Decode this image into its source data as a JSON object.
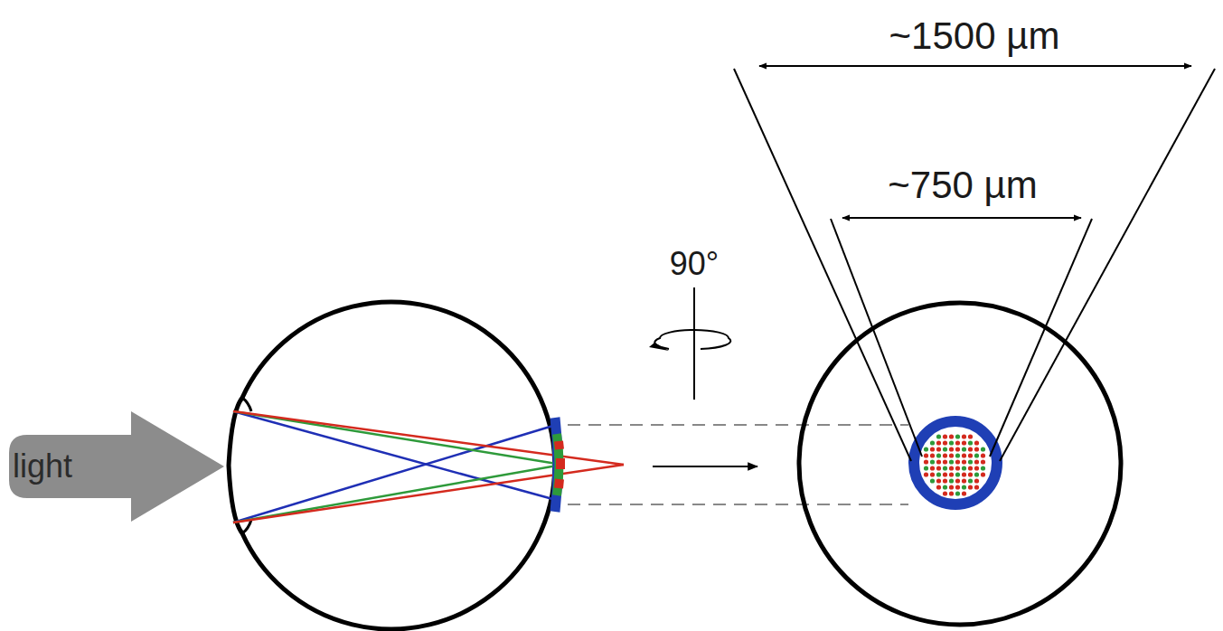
{
  "diagram": {
    "nodes": [
      {
        "text": [
          "light"
        ]
      }
    ],
    "labels": [
      "~1500 µm",
      "~750 µm",
      "90°"
    ]
  }
}
